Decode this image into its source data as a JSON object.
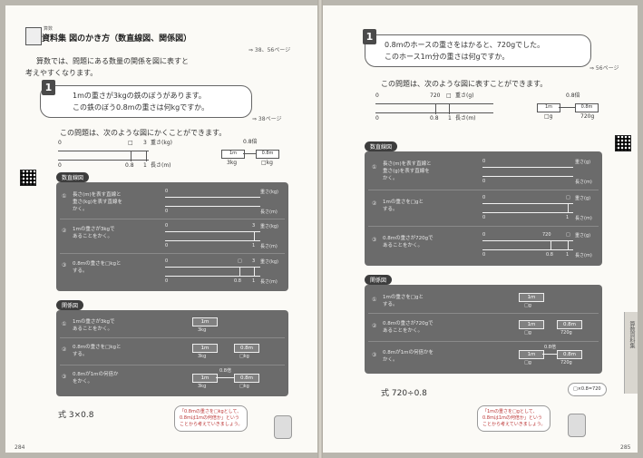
{
  "left": {
    "section_sub": "算数",
    "section_title": "資料集 図のかき方（数直線図、関係図）",
    "section_pageref": "⇒ 38、56ページ",
    "intro": [
      "算数では、問題にある数量の関係を図に表すと",
      "考えやすくなります。"
    ],
    "problem": {
      "num": "1",
      "lines": [
        "1mの重さが3kgの鉄のぼうがあります。",
        "この鉄のぼう0.8mの重さは何kgですか。"
      ],
      "pageref": "⇒ 38ページ"
    },
    "diagram_intro": "この問題は、次のような図にかくことができます。",
    "diagram": {
      "top_labels": [
        "0",
        "□",
        "3",
        "重さ(kg)"
      ],
      "bottom_labels": [
        "0",
        "0.8",
        "1",
        "長さ(m)"
      ],
      "rel_top": "0.8倍",
      "rel_boxes": [
        "1m",
        "0.8m"
      ],
      "rel_under": [
        "3kg",
        "□kg"
      ]
    },
    "panel1": {
      "tab": "数直線図",
      "rows": [
        {
          "num": "①",
          "text": [
            "長さ(m)を表す直線と",
            "重さ(kg)を表す直線を",
            "かく。"
          ],
          "top": [
            "0",
            "重さ(kg)"
          ],
          "bottom": [
            "0",
            "長さ(m)"
          ]
        },
        {
          "num": "②",
          "text": [
            "1mの重さが3kgで",
            "あることをかく。"
          ],
          "top": [
            "0",
            "3",
            "重さ(kg)"
          ],
          "bottom": [
            "0",
            "1",
            "長さ(m)"
          ]
        },
        {
          "num": "③",
          "text": [
            "0.8mの重さを□kgと",
            "する。"
          ],
          "top": [
            "0",
            "□",
            "3",
            "重さ(kg)"
          ],
          "bottom": [
            "0",
            "0.8",
            "1",
            "長さ(m)"
          ]
        }
      ]
    },
    "panel2": {
      "tab": "関係図",
      "rows": [
        {
          "num": "①",
          "text": [
            "1mの重さが3kgで",
            "あることをかく。"
          ],
          "boxes": [
            "1m"
          ],
          "under": [
            "3kg"
          ]
        },
        {
          "num": "②",
          "text": [
            "0.8mの重さを□kgと",
            "する。"
          ],
          "boxes": [
            "1m",
            "0.8m"
          ],
          "under": [
            "3kg",
            "□kg"
          ]
        },
        {
          "num": "③",
          "text": [
            "0.8mが1mの何倍か",
            "をかく。"
          ],
          "boxes": [
            "1m",
            "0.8m"
          ],
          "under": [
            "3kg",
            "□kg"
          ],
          "arrow": "0.8倍"
        }
      ]
    },
    "formula": "式 3×0.8",
    "bubble": [
      "「0.8mの重さを□kgとして、",
      "0.8mは1mの何倍か」という",
      "ことから考えていきましょう。"
    ],
    "page_number": "284"
  },
  "right": {
    "problem": {
      "num": "1",
      "lines": [
        "0.8mのホースの重さをはかると、720gでした。",
        "このホース1m分の重さは何gですか。"
      ],
      "pageref": "⇒ 56ページ"
    },
    "diagram_intro": "この問題は、次のような図に表すことができます。",
    "diagram": {
      "top_labels": [
        "0",
        "720",
        "□",
        "重さ(g)"
      ],
      "bottom_labels": [
        "0",
        "0.8",
        "1",
        "長さ(m)"
      ],
      "rel_top": "0.8倍",
      "rel_boxes": [
        "1m",
        "0.8m"
      ],
      "rel_under": [
        "□g",
        "720g"
      ]
    },
    "panel1": {
      "tab": "数直線図",
      "rows": [
        {
          "num": "①",
          "text": [
            "長さ(m)を表す直線と",
            "重さ(g)を表す直線を",
            "かく。"
          ],
          "top": [
            "0",
            "重さ(g)"
          ],
          "bottom": [
            "0",
            "長さ(m)"
          ]
        },
        {
          "num": "②",
          "text": [
            "1mの重さを□gと",
            "する。"
          ],
          "top": [
            "0",
            "□",
            "重さ(g)"
          ],
          "bottom": [
            "0",
            "1",
            "長さ(m)"
          ]
        },
        {
          "num": "③",
          "text": [
            "0.8mの重さが720gで",
            "あることをかく。"
          ],
          "top": [
            "0",
            "720",
            "□",
            "重さ(g)"
          ],
          "bottom": [
            "0",
            "0.8",
            "1",
            "長さ(m)"
          ]
        }
      ]
    },
    "panel2": {
      "tab": "関係図",
      "rows": [
        {
          "num": "①",
          "text": [
            "1mの重さを□gと",
            "する。"
          ],
          "boxes": [
            "1m"
          ],
          "under": [
            "□g"
          ]
        },
        {
          "num": "②",
          "text": [
            "0.8mの重さが720gで",
            "あることをかく。"
          ],
          "boxes": [
            "1m",
            "0.8m"
          ],
          "under": [
            "□g",
            "720g"
          ]
        },
        {
          "num": "③",
          "text": [
            "0.8mが1mの何倍かを",
            "かく。"
          ],
          "boxes": [
            "1m",
            "0.8m"
          ],
          "under": [
            "□g",
            "720g"
          ],
          "arrow": "0.8倍"
        }
      ]
    },
    "formula": "式 720÷0.8",
    "bubble": [
      "「1mの重さを□gとして、",
      "0.8mは1mの何倍か」という",
      "ことから考えていきましょう。"
    ],
    "note": "□×0.8=720",
    "side_tab": "算数資料集",
    "page_number": "285"
  }
}
